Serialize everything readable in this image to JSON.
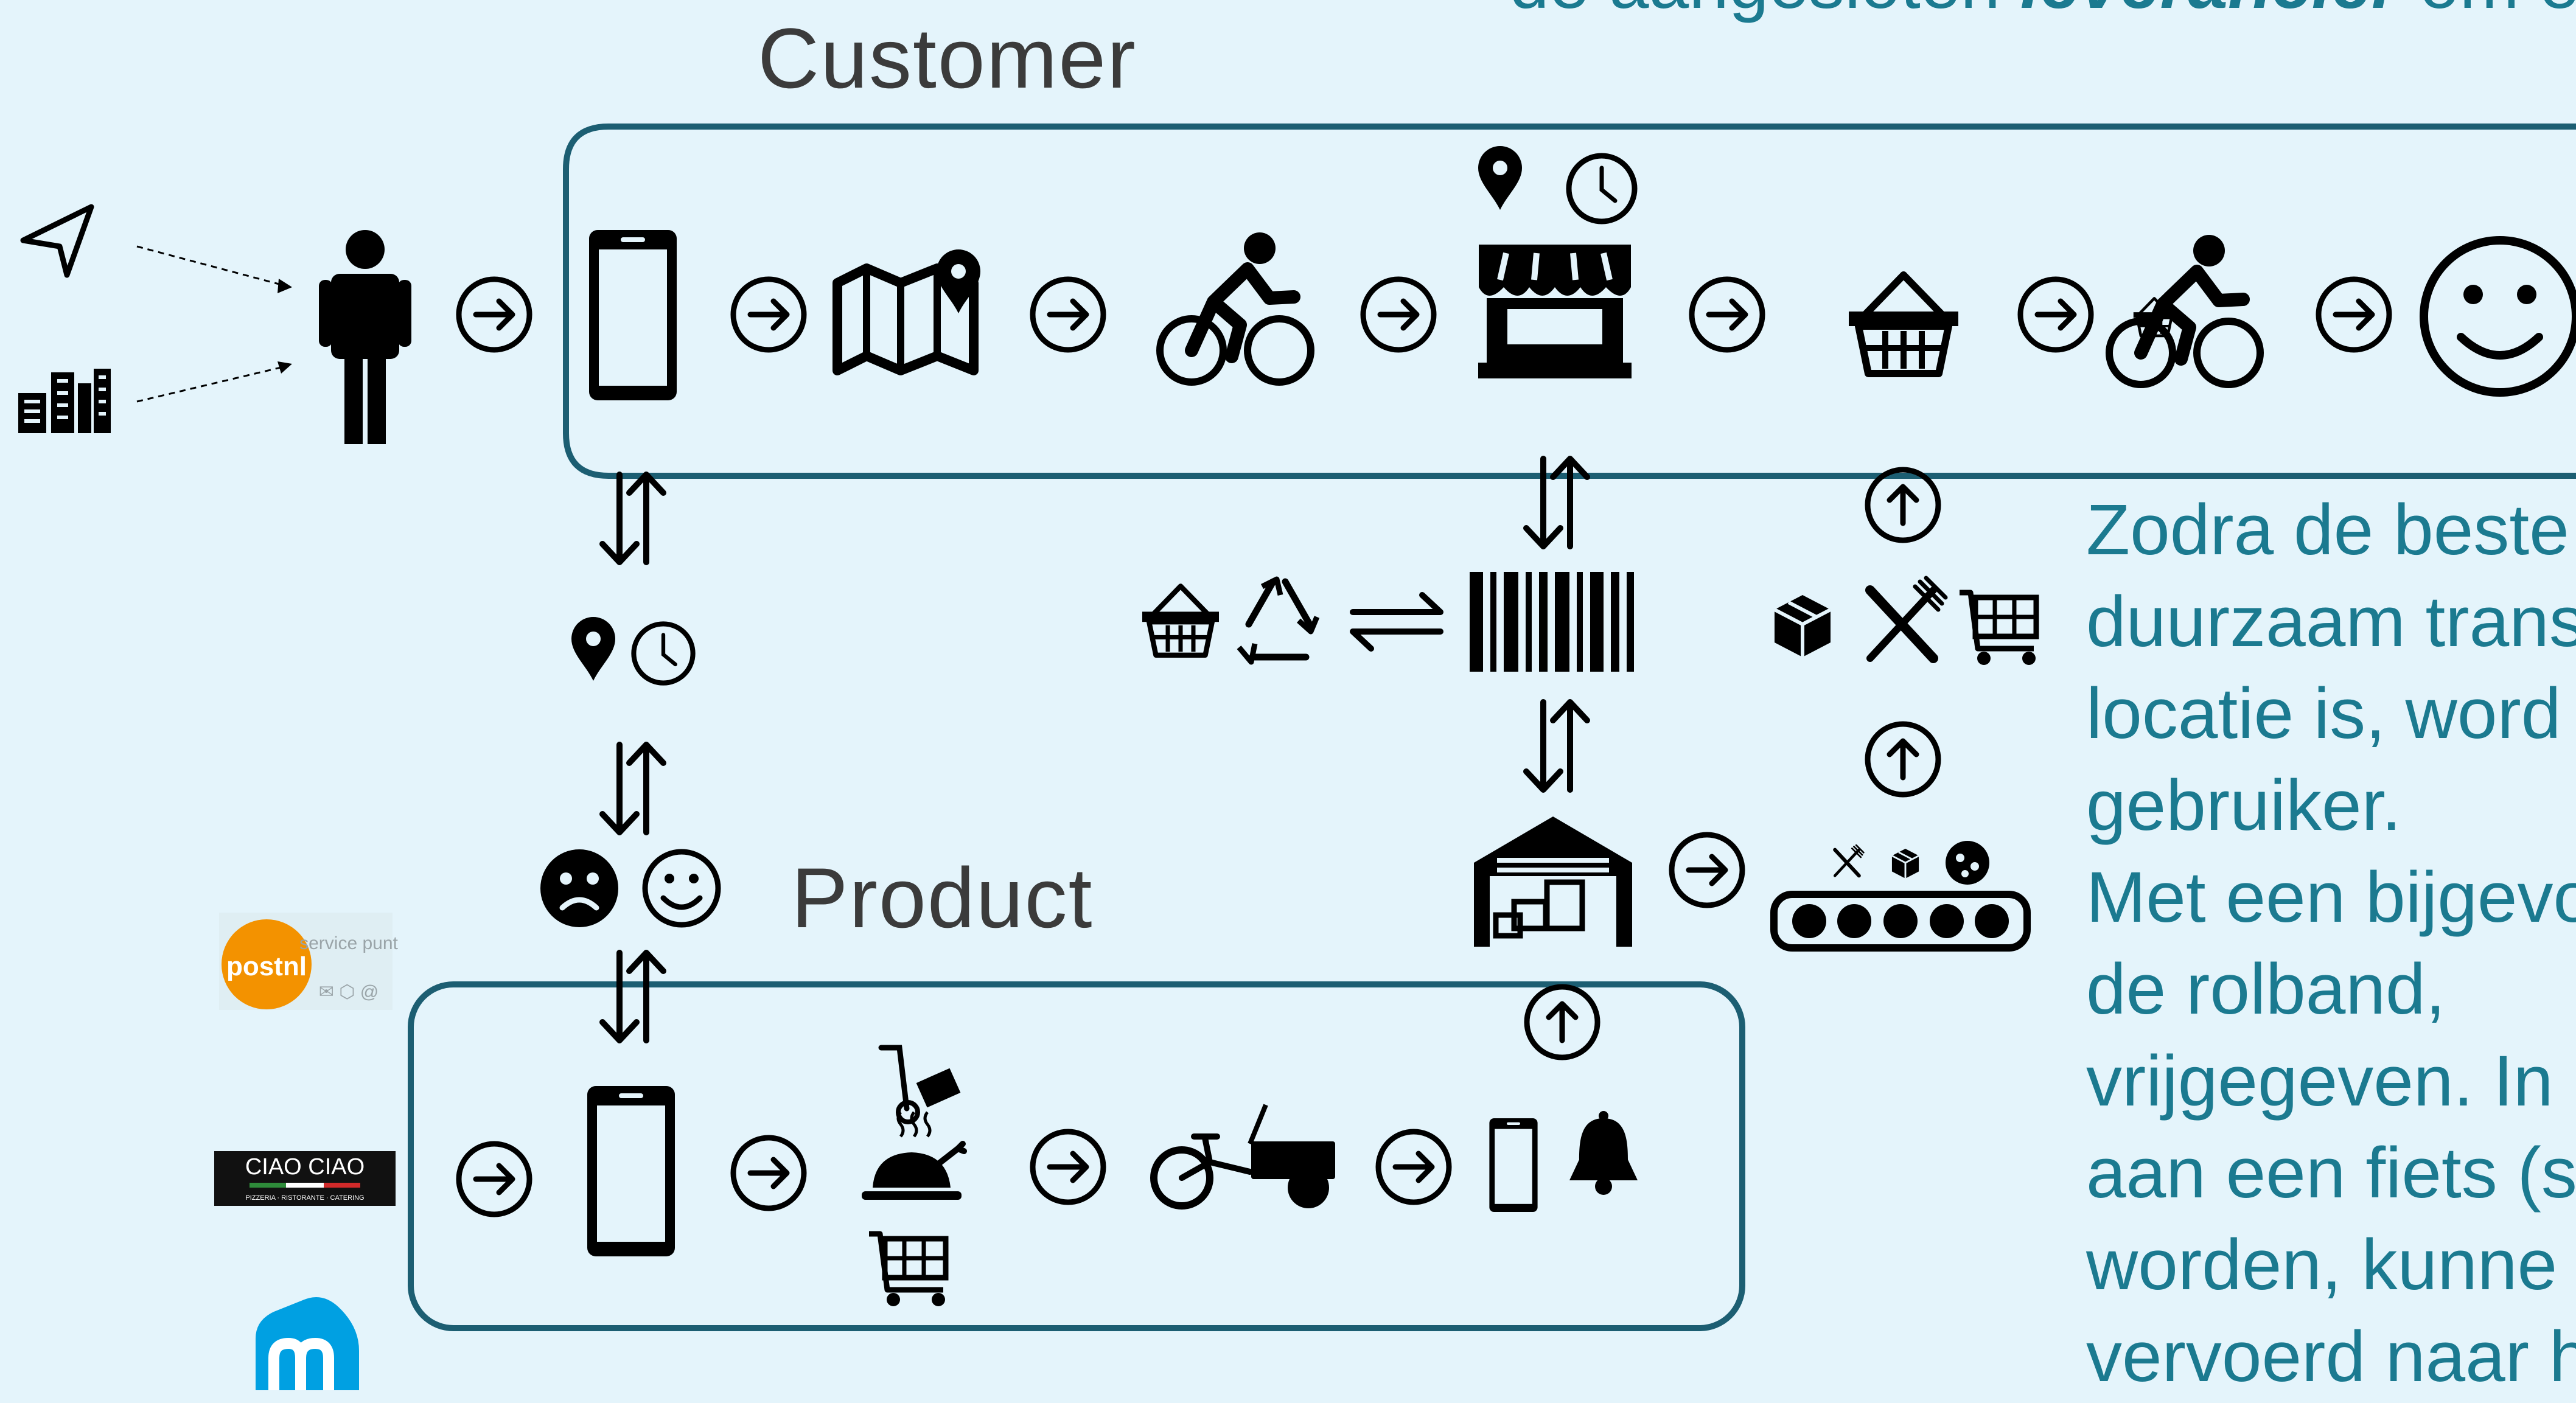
{
  "titles": {
    "customer": "Customer",
    "product": "Product"
  },
  "top_text": {
    "before": "de aangesloten ",
    "emph": "leverancier",
    "after": " om ee"
  },
  "description_lines": [
    "Zodra de beste",
    "duurzaam  trans",
    "locatie  is,  word",
    "gebruiker.",
    "Met een bijgevo",
    "de    rolband,",
    "vrijgegeven.  In",
    "aan een fiets (s",
    "worden,  kunne",
    "vervoerd naar h"
  ],
  "logos": {
    "postnl_brand": "postnl",
    "postnl_sub": "service punt",
    "ciao": "CIAO CIAO",
    "ciao_sub": "PIZZERIA · RISTORANTE · CATERING"
  },
  "colors": {
    "background": "#e4f4fb",
    "box_border": "#1c5e72",
    "text_teal": "#1b7a90",
    "icon": "#000000",
    "postnl_orange": "#f39200",
    "ah_blue": "#00a0e2"
  }
}
